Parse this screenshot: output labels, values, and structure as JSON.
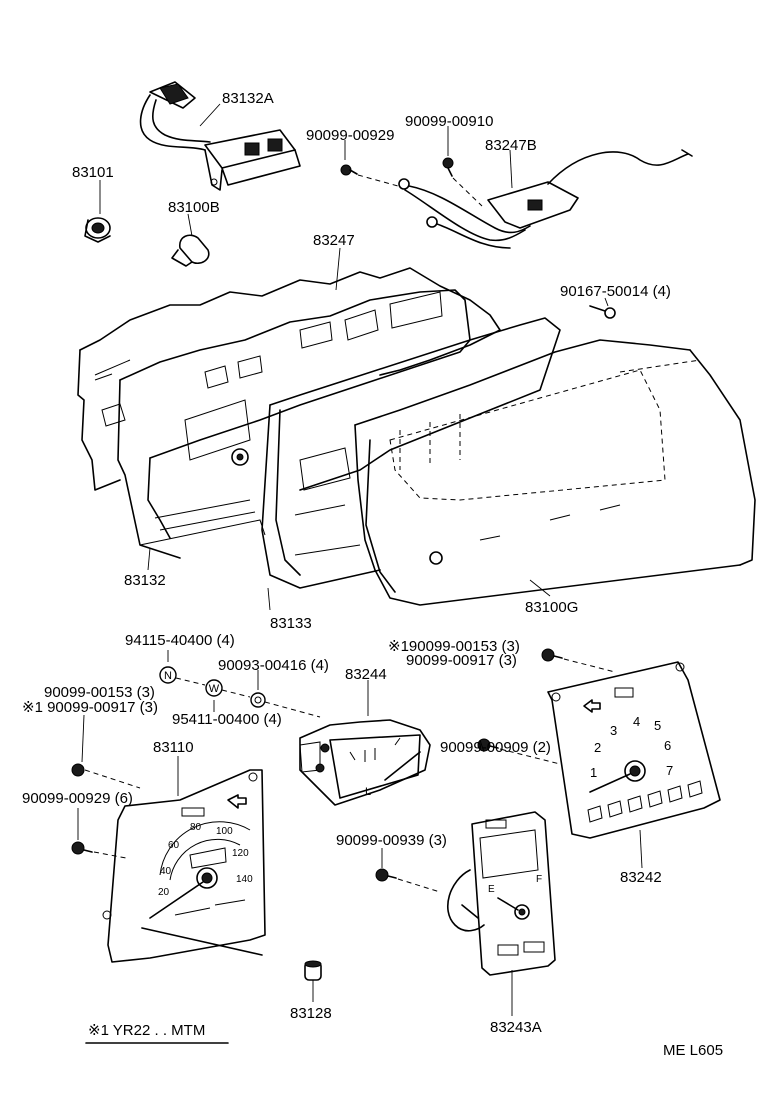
{
  "diagram": {
    "parts": {
      "p83132A": "83132A",
      "p90099_00929_top": "90099-00929",
      "p90099_00910": "90099-00910",
      "p83247B": "83247B",
      "p83101": "83101",
      "p83100B": "83100B",
      "p83247": "83247",
      "p90167_50014": "90167-50014 (4)",
      "p83132": "83132",
      "p83133": "83133",
      "p83100G": "83100G",
      "p94115_40400": "94115-40400 (4)",
      "p90093_00416": "90093-00416 (4)",
      "p83244": "83244",
      "p190099_00153": "※190099-00153 (3)",
      "p90099_00917_r": "90099-00917 (3)",
      "p90099_00153_l": "90099-00153 (3)",
      "p190099_00917": "※1 90099-00917 (3)",
      "p95411_00400": "95411-00400 (4)",
      "p83110": "83110",
      "p90099_00929_6": "90099-00929 (6)",
      "p90099_00909": "90099-00909 (2)",
      "p90099_00939": "90099-00939 (3)",
      "p83242": "83242",
      "p83128": "83128",
      "p83243A": "83243A"
    },
    "washer_marks": {
      "n": "N",
      "w": "W"
    },
    "speedo_scale": [
      "20",
      "40",
      "60",
      "80",
      "100",
      "120",
      "140"
    ],
    "tacho_scale": [
      "1",
      "2",
      "3",
      "4",
      "5",
      "6",
      "7"
    ],
    "fuel_marks": {
      "empty": "E",
      "full": "F"
    },
    "footnote": "※1 YR22 . . MTM",
    "code": "ME   L605"
  }
}
